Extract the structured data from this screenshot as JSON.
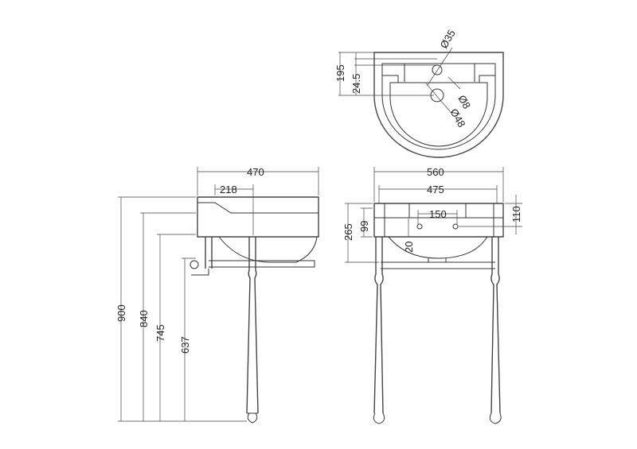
{
  "title": "Basin on washstand – technical drawing",
  "plan_view": {
    "dims": {
      "tap_hole": "Ø35",
      "depth_to_tap": "195",
      "depth_to_waste": "24.5",
      "overflow": "Ø8",
      "waste": "Ø48"
    }
  },
  "side_view": {
    "dims": {
      "depth": "470",
      "tap_offset": "218",
      "height_total": "900",
      "height_basin_top": "840",
      "height_rail": "745",
      "height_waste": "637"
    }
  },
  "front_view": {
    "dims": {
      "width": "560",
      "leg_centres": "475",
      "tap_centres": "150",
      "basin_height": "265",
      "under_height": "99",
      "top_to_tap": "110",
      "tap_drop": "20"
    }
  }
}
